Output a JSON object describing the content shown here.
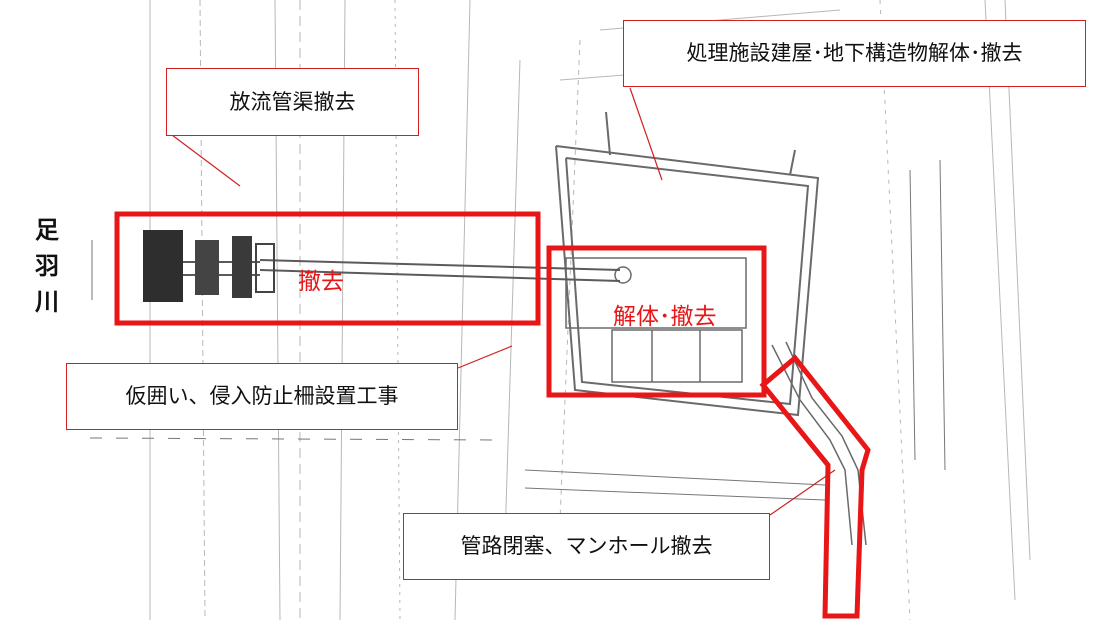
{
  "river_label": "足羽川",
  "callouts": {
    "outfall_pipe": "放流管渠撤去",
    "facility_building": "処理施設建屋･地下構造物解体･撤去",
    "temporary_fence": "仮囲い、侵入防止柵設置工事",
    "pipeline_closure": "管路閉塞、マンホール撤去"
  },
  "zone_labels": {
    "removal": "撤去",
    "demolition": "解体･撤去"
  },
  "colors": {
    "highlight": "#e81616",
    "callout_border": "#d21f1f",
    "drawing_ink": "#6a6a6a"
  }
}
